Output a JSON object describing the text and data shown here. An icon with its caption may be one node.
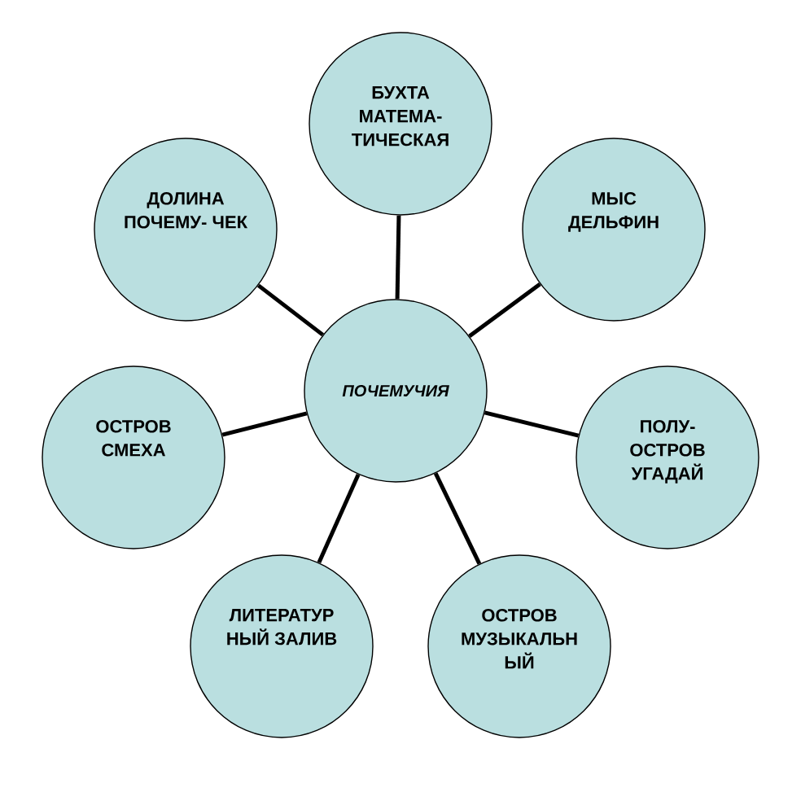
{
  "diagram": {
    "nodes": [
      {
        "text": [
          "ПОЧЕМУЧИЯ"
        ]
      },
      {
        "text": [
          "БУХТА МАТЕМА- ТИЧЕСКАЯ"
        ]
      },
      {
        "text": [
          "МЫС ДЕЛЬФИН"
        ]
      },
      {
        "text": [
          "ПОЛУ- ОСТРОВ УГАДАЙ"
        ]
      },
      {
        "text": [
          "ОСТРОВ МУЗЫКАЛЬН ЫЙ"
        ]
      },
      {
        "text": [
          "ЛИТЕРАТУР НЫЙ ЗАЛИВ"
        ]
      },
      {
        "text": [
          "ОСТРОВ СМЕХА"
        ]
      },
      {
        "text": [
          "ДОЛИНА ПОЧЕМУ- ЧЕК"
        ]
      }
    ],
    "edges": [
      {
        "from": 0,
        "to": 1,
        "arrow": "none"
      },
      {
        "from": 0,
        "to": 2,
        "arrow": "none"
      },
      {
        "from": 0,
        "to": 3,
        "arrow": "none"
      },
      {
        "from": 0,
        "to": 4,
        "arrow": "none"
      },
      {
        "from": 0,
        "to": 5,
        "arrow": "none"
      },
      {
        "from": 0,
        "to": 6,
        "arrow": "none"
      },
      {
        "from": 0,
        "to": 7,
        "arrow": "none"
      }
    ]
  }
}
